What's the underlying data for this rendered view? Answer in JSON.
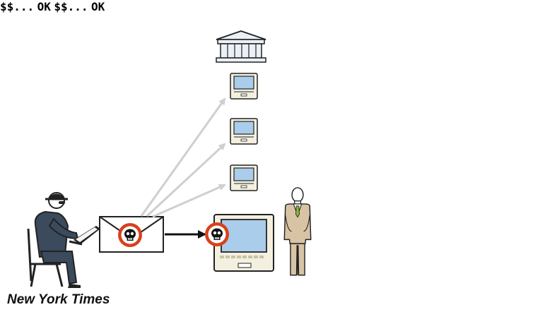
{
  "caption": "New York Times",
  "screens": {
    "line1": "$$...",
    "line2": "OK"
  },
  "icons": {
    "malware": "skull-icon",
    "message": "envelope-icon",
    "institution": "bank-building-icon",
    "attacker": "hacker-figure",
    "victim": "businessman-figure",
    "device": "computer-terminal-icon"
  },
  "colors": {
    "skull_badge": "#d9401c",
    "screen": "#a9cdea",
    "suit": "#d8c4a4",
    "tie": "#8bb63a",
    "attacker": "#3b4a5c",
    "terminal_body": "#f4f0e0",
    "spread_arrows": "#cfcfcf"
  }
}
